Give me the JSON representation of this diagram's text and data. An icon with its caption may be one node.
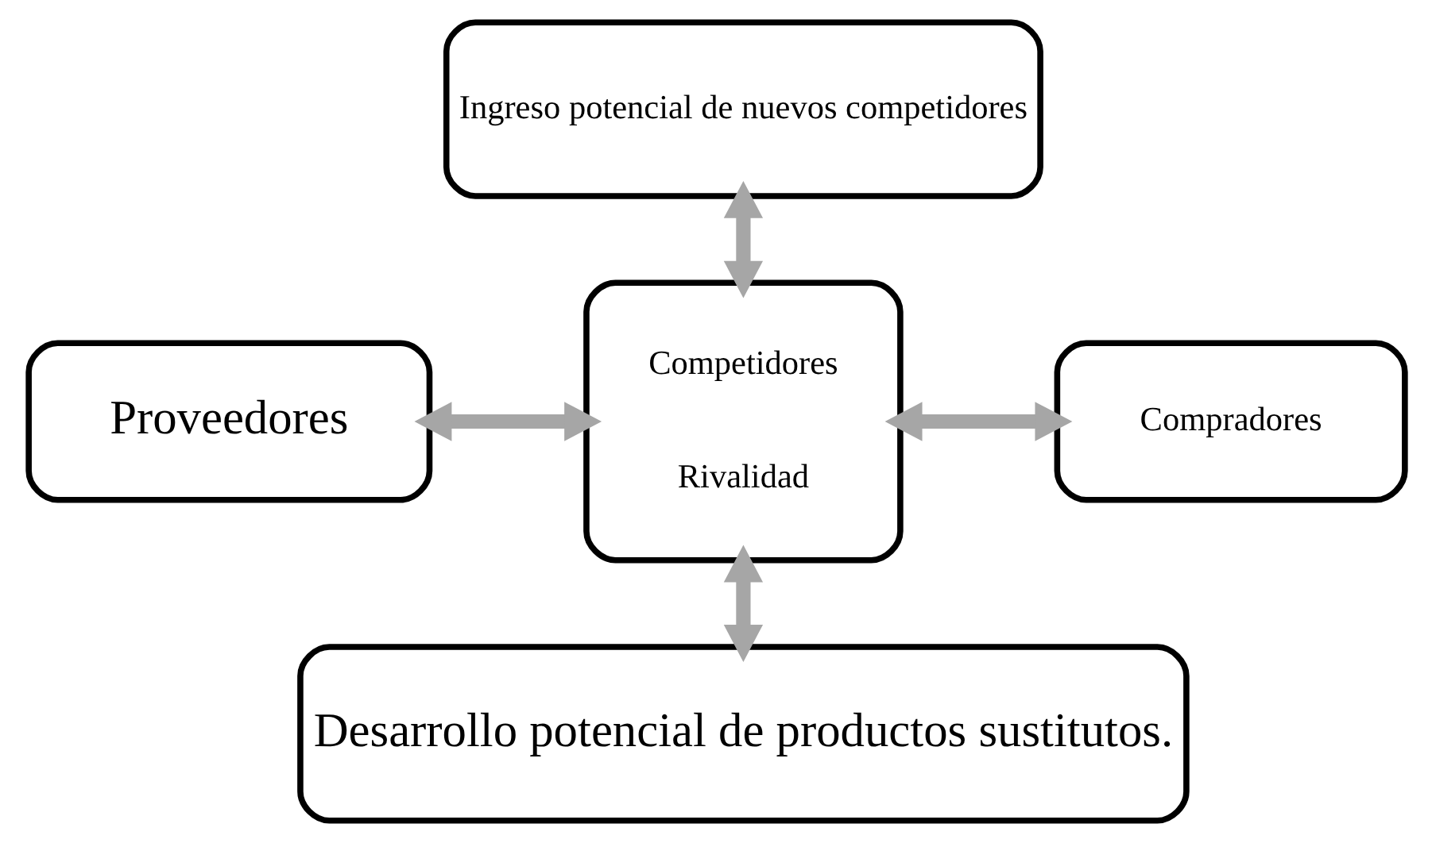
{
  "diagram": {
    "nodes": [
      {
        "text": [
          "Ingreso potencial de nuevos competidores"
        ]
      },
      {
        "text": [
          "Proveedores"
        ]
      },
      {
        "text": [
          "Competidores",
          "Rivalidad"
        ]
      },
      {
        "text": [
          "Compradores"
        ]
      },
      {
        "text": [
          "Desarrollo potencial de productos sustitutos."
        ]
      }
    ],
    "edges": [
      {
        "from": 0,
        "to": 2,
        "arrow": "both"
      },
      {
        "from": 1,
        "to": 2,
        "arrow": "both"
      },
      {
        "from": 2,
        "to": 3,
        "arrow": "both"
      },
      {
        "from": 2,
        "to": 4,
        "arrow": "both"
      }
    ]
  }
}
